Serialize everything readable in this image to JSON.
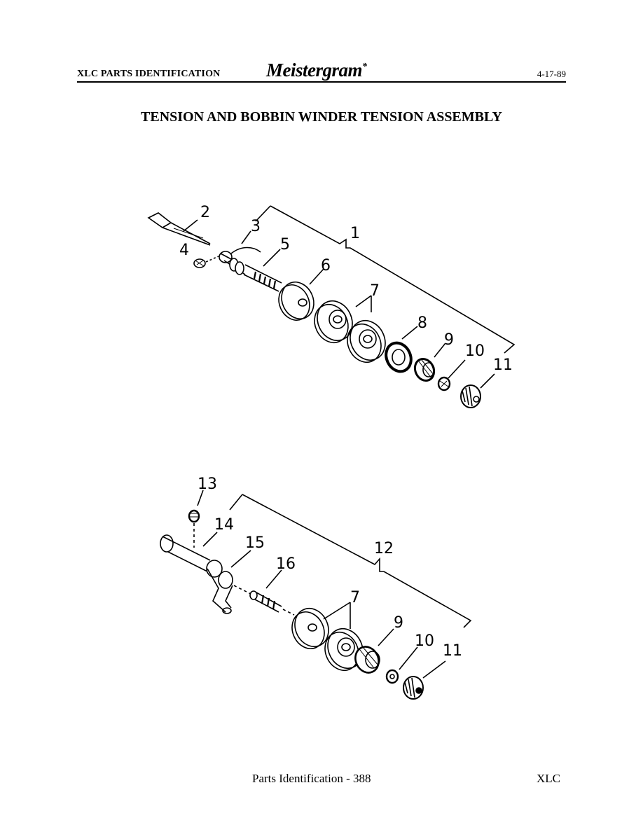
{
  "header": {
    "section": "XLC PARTS IDENTIFICATION",
    "brand": "Meistergram",
    "brand_mark": "*",
    "date": "4-17-89"
  },
  "title": "TENSION AND BOBBIN WINDER TENSION ASSEMBLY",
  "top_assembly": {
    "callouts": [
      "1",
      "2",
      "3",
      "4",
      "5",
      "6",
      "7",
      "8",
      "9",
      "10",
      "11"
    ]
  },
  "bottom_assembly": {
    "callouts": [
      "7",
      "9",
      "10",
      "11",
      "12",
      "13",
      "14",
      "15",
      "16"
    ]
  },
  "footer": {
    "page": "Parts Identification - 388",
    "model": "XLC"
  }
}
